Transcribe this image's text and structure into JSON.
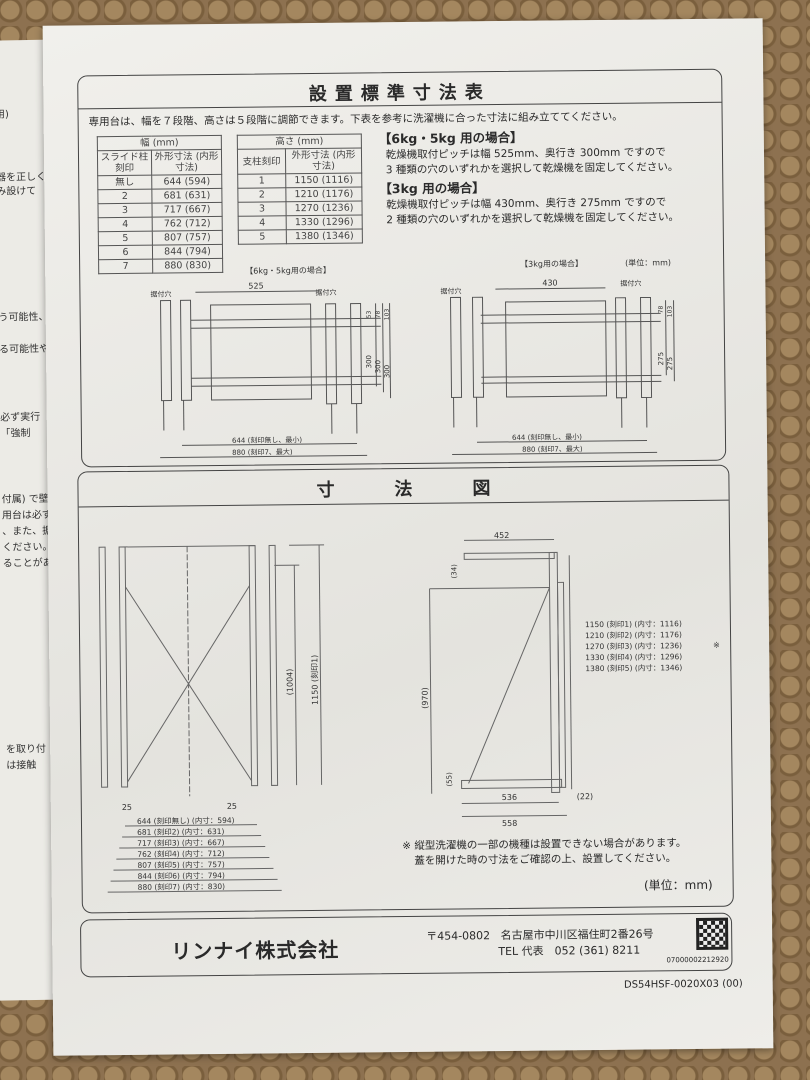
{
  "left_page": {
    "fragments": [
      "用)",
      "器を正しく安全",
      "み設けて",
      "う可能性、",
      "る可能性や",
      "必ず実行",
      "「強制",
      "付属) で壁",
      "用台は必ず",
      "、また、据",
      "ください。",
      "ることがあ",
      "を取り付",
      "は接触"
    ]
  },
  "section1": {
    "title": "設置標準寸法表",
    "intro": "専用台は、幅を７段階、高さは５段階に調節できます。下表を参考に洗濯機に合った寸法に組み立ててください。",
    "width_table": {
      "caption": "幅 (mm)",
      "headers": [
        "スライド柱 刻印",
        "外形寸法 (内形寸法)"
      ],
      "rows": [
        [
          "無し",
          "644 (594)"
        ],
        [
          "2",
          "681 (631)"
        ],
        [
          "3",
          "717 (667)"
        ],
        [
          "4",
          "762 (712)"
        ],
        [
          "5",
          "807 (757)"
        ],
        [
          "6",
          "844 (794)"
        ],
        [
          "7",
          "880 (830)"
        ]
      ]
    },
    "height_table": {
      "caption": "高さ (mm)",
      "headers": [
        "支柱刻印",
        "外形寸法 (内形寸法)"
      ],
      "rows": [
        [
          "1",
          "1150 (1116)"
        ],
        [
          "2",
          "1210 (1176)"
        ],
        [
          "3",
          "1270 (1236)"
        ],
        [
          "4",
          "1330 (1296)"
        ],
        [
          "5",
          "1380 (1346)"
        ]
      ]
    },
    "case_6kg": {
      "heading": "【6kg・5kg 用の場合】",
      "line1": "乾燥機取付ピッチは幅 525mm、奥行き 300mm ですので",
      "line2": "3 種類の穴のいずれかを選択して乾燥機を固定してください。"
    },
    "case_3kg": {
      "heading": "【3kg 用の場合】",
      "line1": "乾燥機取付ピッチは幅 430mm、奥行き 275mm ですので",
      "line2": "2 種類の穴のいずれかを選択して乾燥機を固定してください。"
    },
    "diagram_6kg": {
      "caption": "【6kg・5kg用の場合】",
      "hole_label": "据付穴",
      "width": "525",
      "depths": [
        "300",
        "300",
        "300"
      ],
      "tops": [
        "53",
        "78",
        "103"
      ],
      "min": "644 (刻印無し、最小)",
      "max": "880 (刻印7、最大)"
    },
    "diagram_3kg": {
      "caption": "【3kg用の場合】",
      "unit": "(単位：mm)",
      "hole_label": "据付穴",
      "width": "430",
      "depths": [
        "275",
        "275"
      ],
      "tops": [
        "78",
        "103"
      ],
      "min": "644 (刻印無し、最小)",
      "max": "880 (刻印7、最大)"
    }
  },
  "section2": {
    "title": "寸法図",
    "front": {
      "inner_height": "(1004)",
      "height": "1150 (刻印1)",
      "offset_left": "25",
      "offset_right": "25",
      "widths": [
        "644 (刻印無し) (内寸：594)",
        "681 (刻印2) (内寸：631)",
        "717 (刻印3) (内寸：667)",
        "762 (刻印4) (内寸：712)",
        "807 (刻印5) (内寸：757)",
        "844 (刻印6) (内寸：794)",
        "880 (刻印7) (内寸：830)"
      ]
    },
    "side": {
      "top_width": "452",
      "top_offset": "(34)",
      "height": "(970)",
      "bottom_offset": "(55)",
      "base": "536",
      "base_total": "558",
      "back_offset": "(22)",
      "heights": [
        "1150 (刻印1) (内寸：1116)",
        "1210 (刻印2) (内寸：1176)",
        "1270 (刻印3) (内寸：1236)",
        "1330 (刻印4) (内寸：1296)",
        "1380 (刻印5) (内寸：1346)"
      ],
      "mark": "※"
    },
    "note_line1": "※ 縦型洗濯機の一部の機種は設置できない場合があります。",
    "note_line2": "蓋を開けた時の寸法をご確認の上、設置してください。",
    "unit": "(単位：mm)"
  },
  "footer": {
    "company": "リンナイ株式会社",
    "postal": "〒454-0802",
    "address": "名古屋市中川区福住町2番26号",
    "tel": "TEL 代表　052 (361) 8211",
    "code_number": "07000002212920",
    "doc_code": "DS54HSF-0020X03 (00)"
  }
}
